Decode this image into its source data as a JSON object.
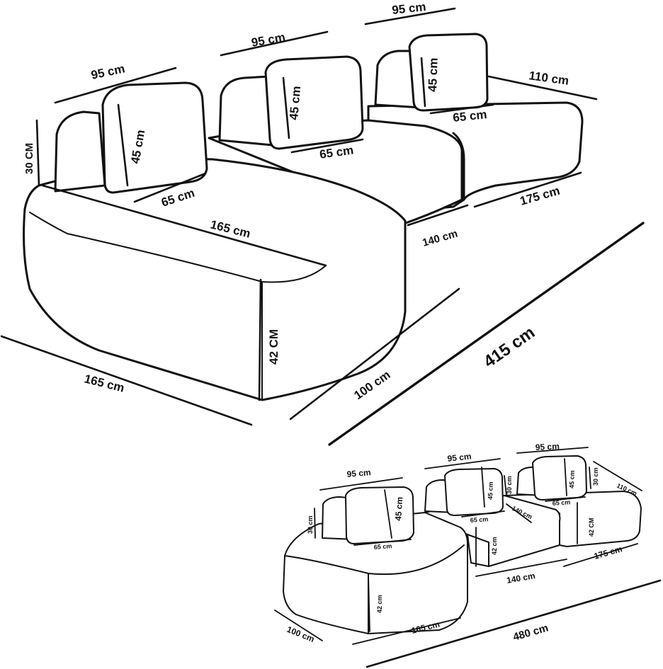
{
  "top_view": {
    "dims": {
      "back_w1": "95 cm",
      "back_w2": "95 cm",
      "back_w3": "95 cm",
      "back_h1": "45 cm",
      "back_h2": "45 cm",
      "back_h3": "45 cm",
      "back_d1": "65 cm",
      "back_d2": "65 cm",
      "back_d3": "65 cm",
      "cushion_h": "30 CM",
      "chaise_len": "165 cm",
      "front_len": "165 cm",
      "depth": "100 cm",
      "seat_h": "42 CM",
      "mid_len": "140 cm",
      "right_len": "175 cm",
      "right_depth": "110 cm",
      "total": "415 cm"
    }
  },
  "bottom_view": {
    "dims": {
      "back_w1": "95 cm",
      "back_w2": "95 cm",
      "back_w3": "95 cm",
      "back_h1": "45 cm",
      "back_h2": "45 cm",
      "back_h3": "45 cm",
      "back_d1": "65 cm",
      "back_d2": "65 cm",
      "back_d3": "65 cm",
      "cushion_h1": "30 cm",
      "cushion_h2": "30 cm",
      "cushion_h3": "30 cm",
      "seat_h1": "42 cm",
      "seat_h2": "42 cm",
      "seat_h3": "42 CM",
      "depth": "100 cm",
      "left_len": "165 cm",
      "mid_len": "140 cm",
      "mid_diag": "140 cm",
      "right_len": "175 cm",
      "right_depth": "110 cm",
      "total": "480 cm"
    }
  }
}
